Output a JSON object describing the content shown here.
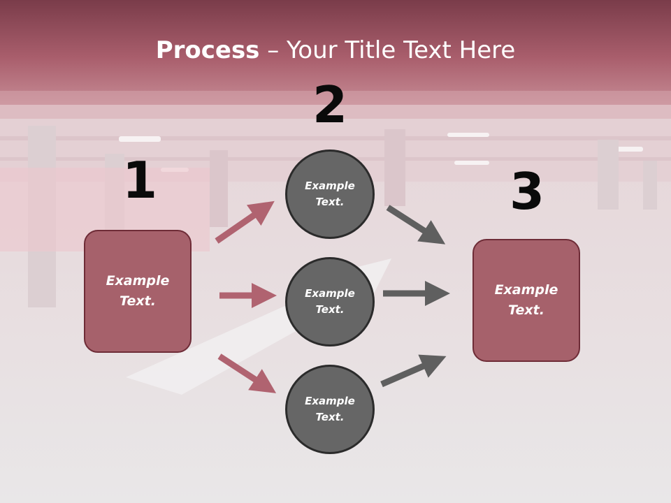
{
  "title": {
    "bold": "Process",
    "rest": " – Your Title Text Here"
  },
  "colors": {
    "box_fill": "#a6616b",
    "circle_fill": "#666666",
    "arrow_pink": "#b06370",
    "arrow_gray": "#5f5f5f"
  },
  "steps": [
    {
      "number": "1",
      "text": "Example Text."
    },
    {
      "number": "2",
      "items": [
        "Example Text.",
        "Example Text.",
        "Example Text."
      ]
    },
    {
      "number": "3",
      "text": "Example Text."
    }
  ]
}
